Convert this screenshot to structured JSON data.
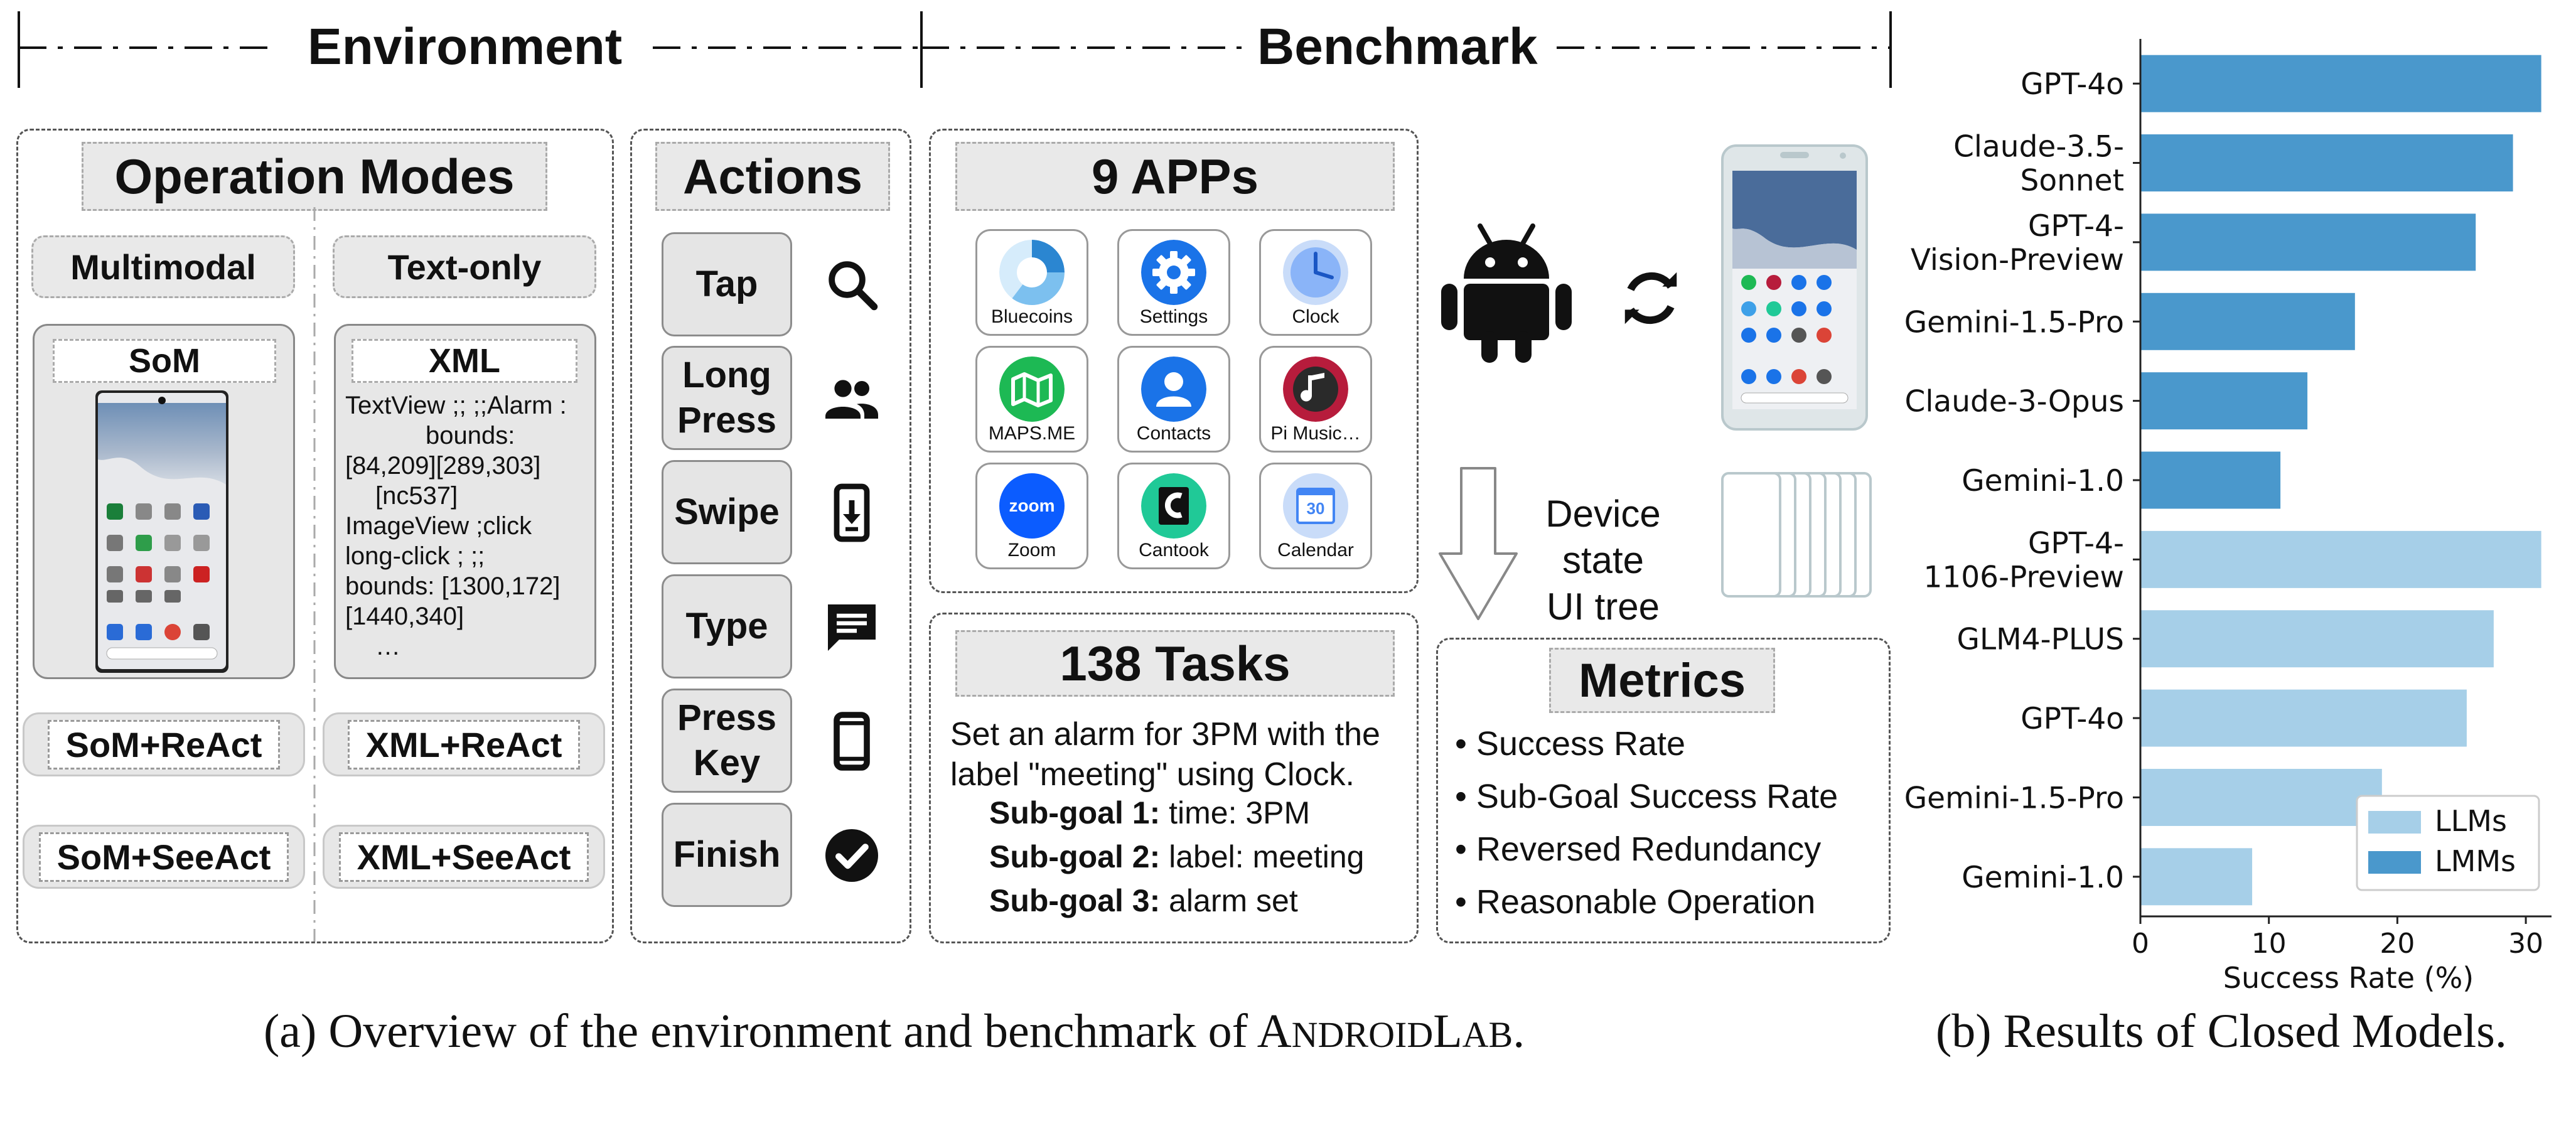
{
  "header": {
    "environment": "Environment",
    "benchmark": "Benchmark"
  },
  "operation_modes": {
    "title": "Operation Modes",
    "multimodal": "Multimodal",
    "text_only": "Text-only",
    "som_label": "SoM",
    "xml_label": "XML",
    "xml_lines": [
      "TextView ;; ;;Alarm :",
      "bounds:",
      "[84,209][289,303]",
      "[nc537]",
      "ImageView ;click",
      "long-click ; ;;",
      "bounds: [1300,172]",
      "[1440,340]",
      "…"
    ],
    "som_react": "SoM+ReAct",
    "xml_react": "XML+ReAct",
    "som_seeact": "SoM+SeeAct",
    "xml_seeact": "XML+SeeAct"
  },
  "actions": {
    "title": "Actions",
    "items": [
      {
        "label": "Tap",
        "icon": "search-icon"
      },
      {
        "label": "Long\nPress",
        "icon": "people-icon"
      },
      {
        "label": "Swipe",
        "icon": "swipe-phone-icon"
      },
      {
        "label": "Type",
        "icon": "message-icon"
      },
      {
        "label": "Press\nKey",
        "icon": "phone-icon"
      },
      {
        "label": "Finish",
        "icon": "check-circle-icon"
      }
    ]
  },
  "apps": {
    "title": "9 APPs",
    "items": [
      {
        "name": "Bluecoins",
        "color": "#3ea0e8",
        "icon": "bluecoins-icon"
      },
      {
        "name": "Settings",
        "color": "#1a73e8",
        "icon": "gear-icon"
      },
      {
        "name": "Clock",
        "color": "#8ab4f8",
        "icon": "clock-icon"
      },
      {
        "name": "MAPS.ME",
        "color": "#1db954",
        "icon": "map-icon"
      },
      {
        "name": "Contacts",
        "color": "#1a73e8",
        "icon": "person-icon"
      },
      {
        "name": "Pi Music…",
        "color": "#b71c3c",
        "icon": "music-note-icon"
      },
      {
        "name": "Zoom",
        "color": "#0b5cff",
        "icon": "zoom-icon",
        "glyph": "zoom"
      },
      {
        "name": "Cantook",
        "color": "#20c997",
        "icon": "cantook-icon"
      },
      {
        "name": "Calendar",
        "color": "#4285f4",
        "icon": "calendar-icon",
        "glyph": "30"
      }
    ]
  },
  "device": {
    "state_label_1": "Device state",
    "state_label_2": "UI tree"
  },
  "tasks": {
    "title": "138 Tasks",
    "description_1": "Set an alarm for 3PM with the",
    "description_2": "label \"meeting\" using Clock.",
    "subgoals": [
      {
        "label": "Sub-goal 1:",
        "value": "time: 3PM"
      },
      {
        "label": "Sub-goal 2:",
        "value": "label: meeting"
      },
      {
        "label": "Sub-goal 3:",
        "value": "alarm set"
      }
    ]
  },
  "metrics": {
    "title": "Metrics",
    "items": [
      "Success Rate",
      "Sub-Goal Success Rate",
      "Reversed Redundancy",
      "Reasonable Operation"
    ]
  },
  "captions": {
    "left": "(a) Overview of the environment and benchmark of ",
    "left_brand_a": "A",
    "left_brand_b": "NDROID",
    "left_brand_c": "L",
    "left_brand_d": "AB",
    "left_end": ".",
    "right": "(b) Results of Closed Models."
  },
  "chart_data": {
    "type": "bar",
    "orientation": "horizontal",
    "categories": [
      "GPT-4o",
      "Claude-3.5-\nSonnet",
      "GPT-4-\nVision-Preview",
      "Gemini-1.5-Pro",
      "Claude-3-Opus",
      "Gemini-1.0",
      "GPT-4-\n1106-Preview",
      "GLM4-PLUS",
      "GPT-4o",
      "Gemini-1.5-Pro",
      "Gemini-1.0"
    ],
    "values": [
      31.2,
      29.0,
      26.1,
      16.7,
      13.0,
      10.9,
      31.2,
      27.5,
      25.4,
      18.8,
      8.7
    ],
    "groups": [
      "LMMs",
      "LMMs",
      "LMMs",
      "LMMs",
      "LMMs",
      "LMMs",
      "LLMs",
      "LLMs",
      "LLMs",
      "LLMs",
      "LLMs"
    ],
    "series": [
      {
        "name": "LLMs",
        "color": "#a6cfe8"
      },
      {
        "name": "LMMs",
        "color": "#4a98cc"
      }
    ],
    "xlabel": "Success Rate (%)",
    "xlim": [
      0,
      32
    ],
    "xticks": [
      0,
      10,
      20,
      30
    ],
    "grid": false,
    "legend": "lower-right"
  }
}
